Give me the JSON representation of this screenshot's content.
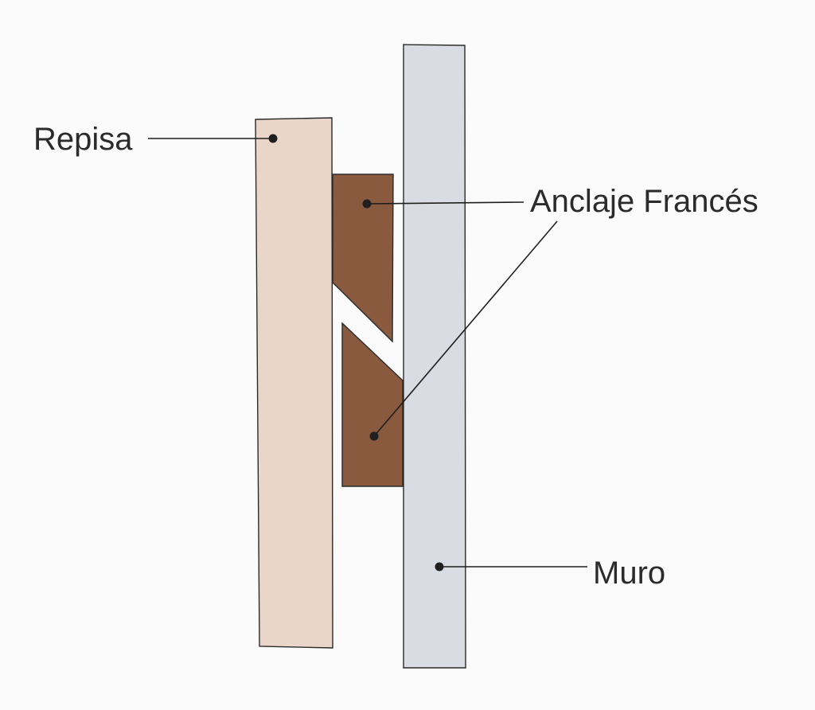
{
  "labels": {
    "shelf": "Repisa",
    "cleat": "Anclaje Francés",
    "wall": "Muro"
  },
  "colors": {
    "background": "#fbfbfb",
    "shelf": "#ead6c9",
    "cleat": "#8a5a3f",
    "wall": "#d9dde3",
    "outline": "#2a2a2a"
  }
}
